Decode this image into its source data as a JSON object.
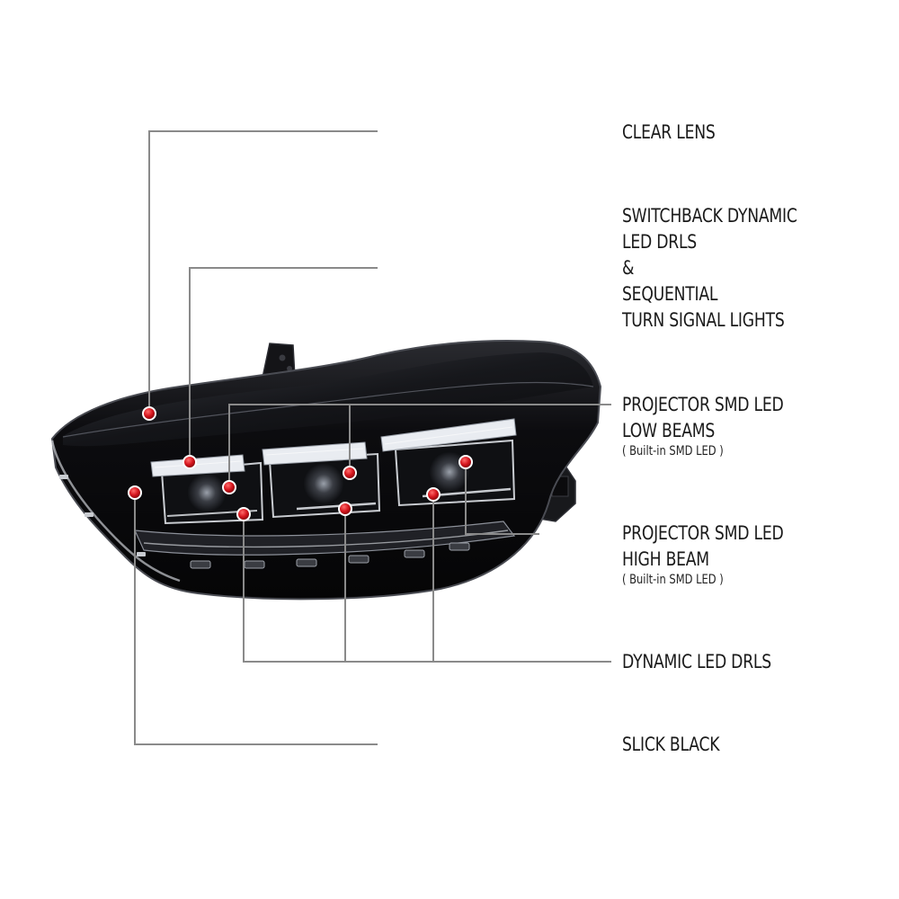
{
  "colors": {
    "leader_gray": "#8a8a8a",
    "leader_red": "#c0161b",
    "callout_dot": "#d4141c",
    "housing_black": "#0b0b0d",
    "chrome_trim": "#c9ccd1"
  },
  "callouts": [
    {
      "id": "clear-lens",
      "lines": [
        "CLEAR LENS"
      ],
      "sub": ""
    },
    {
      "id": "switchback-drl",
      "lines": [
        "SWITCHBACK DYNAMIC",
        "LED DRLS",
        "&",
        "SEQUENTIAL",
        "TURN SIGNAL LIGHTS"
      ],
      "sub": ""
    },
    {
      "id": "low-beams",
      "lines": [
        "PROJECTOR SMD LED",
        "LOW BEAMS"
      ],
      "sub": "( Built-in SMD LED )"
    },
    {
      "id": "high-beam",
      "lines": [
        "PROJECTOR SMD LED",
        "HIGH BEAM"
      ],
      "sub": "( Built-in SMD LED )"
    },
    {
      "id": "dynamic-drls",
      "lines": [
        "DYNAMIC LED DRLS"
      ],
      "sub": ""
    },
    {
      "id": "slick-black",
      "lines": [
        "SLICK BLACK"
      ],
      "sub": ""
    }
  ]
}
